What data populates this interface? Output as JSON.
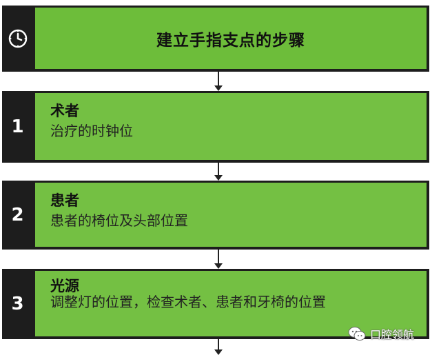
{
  "header": {
    "title": "建立手指支点的步骤",
    "icon": "clock-icon"
  },
  "steps": [
    {
      "number": "1",
      "heading": "术者",
      "description": "治疗的时钟位"
    },
    {
      "number": "2",
      "heading": "患者",
      "description": "患者的椅位及头部位置"
    },
    {
      "number": "3",
      "heading": "光源",
      "description": "调整灯的位置，检查术者、患者和牙椅的位置"
    }
  ],
  "watermark": {
    "text": "口腔领航",
    "icon": "wechat-icon"
  },
  "colors": {
    "panel_green": "#74c043",
    "header_green": "#6dbd3a",
    "tab_black": "#1d1d1d"
  }
}
